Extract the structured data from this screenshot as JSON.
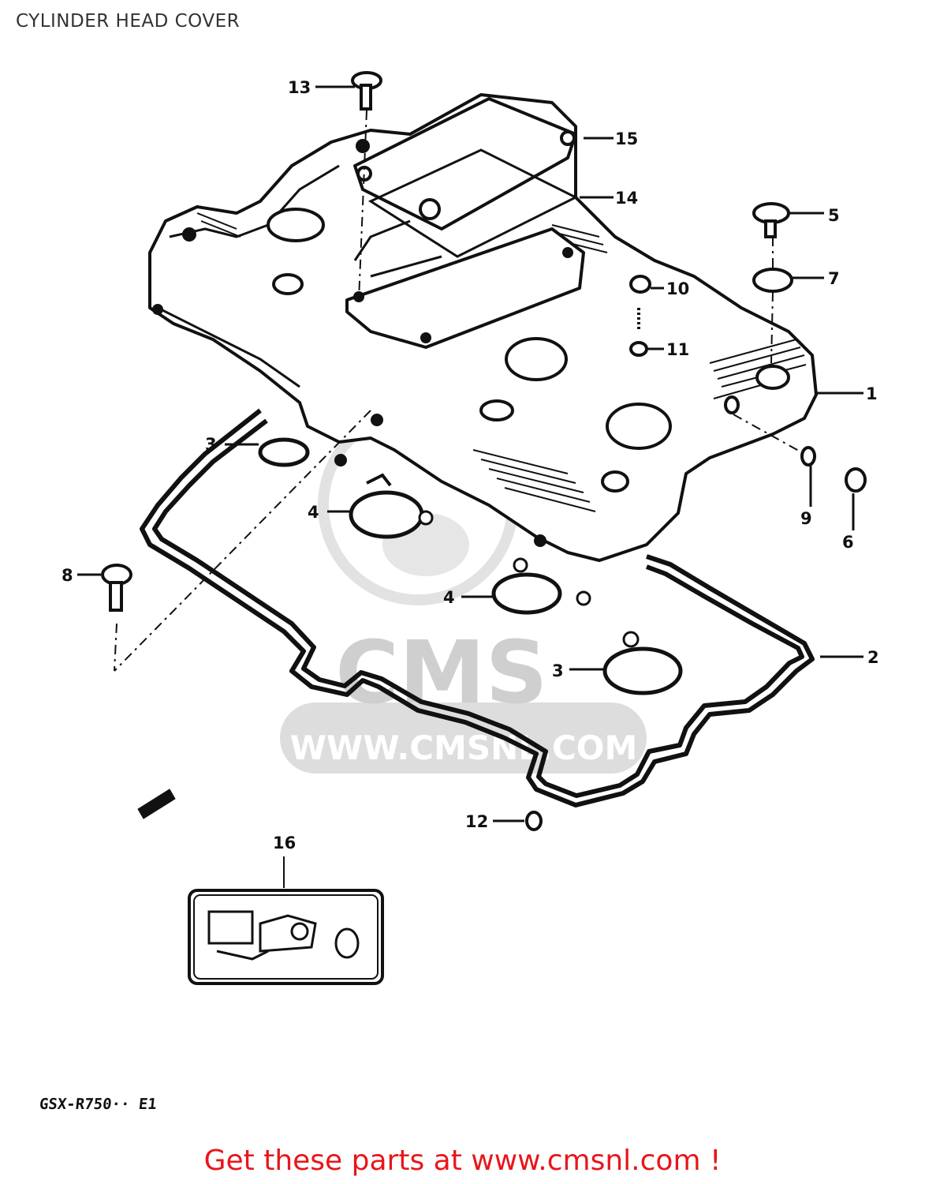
{
  "header": {
    "title": "CYLINDER HEAD COVER"
  },
  "callouts": [
    {
      "id": "c1",
      "label": "1"
    },
    {
      "id": "c2",
      "label": "2"
    },
    {
      "id": "c3a",
      "label": "3"
    },
    {
      "id": "c3b",
      "label": "3"
    },
    {
      "id": "c4a",
      "label": "4"
    },
    {
      "id": "c4b",
      "label": "4"
    },
    {
      "id": "c5",
      "label": "5"
    },
    {
      "id": "c6",
      "label": "6"
    },
    {
      "id": "c7",
      "label": "7"
    },
    {
      "id": "c8",
      "label": "8"
    },
    {
      "id": "c9",
      "label": "9"
    },
    {
      "id": "c10",
      "label": "10"
    },
    {
      "id": "c11",
      "label": "11"
    },
    {
      "id": "c12",
      "label": "12"
    },
    {
      "id": "c13",
      "label": "13"
    },
    {
      "id": "c14",
      "label": "14"
    },
    {
      "id": "c15",
      "label": "15"
    },
    {
      "id": "c16",
      "label": "16"
    }
  ],
  "watermark": {
    "logo_text": "CMS",
    "site_text": "WWW.CMSNL.COM"
  },
  "model_code": "GSX-R750·· E1",
  "footer": {
    "link_text": "Get these parts at www.cmsnl.com !"
  },
  "colors": {
    "footer_link": "#e8161b",
    "ink": "#111111",
    "watermark": "#d9d9d9"
  }
}
